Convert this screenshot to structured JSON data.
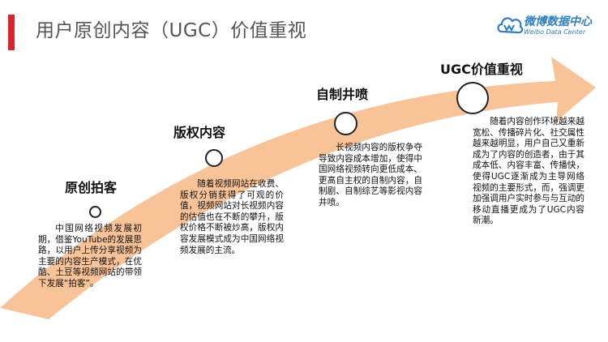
{
  "header": {
    "title": "用户原创内容（UGC）价值重视"
  },
  "logo": {
    "name": "微博数据中心",
    "subtitle": "Weibo Data Center"
  },
  "colors": {
    "accent_red": "#d9252b",
    "arrow_fill": "#f8c397",
    "logo_blue": "#2d7ec4"
  },
  "stages": [
    {
      "title": "原创拍客",
      "description": "中国网络视频发展初期，借鉴YouTube的发展思路，以用户上传分享视频为主要的内容生产模式，在优酷、土豆等视频网站的带领下发展“拍客”。"
    },
    {
      "title": "版权内容",
      "description": "随着视频网站在收费、版权分销获得了可观的价值，视频网站对长视频内容的估值也在不断的攀升，版权价格不断被炒高，版权内容发展模式成为中国网络视频发展的主流。"
    },
    {
      "title": "自制井喷",
      "description": "长视频内容的版权争夺导致内容成本增加，使得中国网络视频转向更低成本、更高自主权的自制内容，自制剧、自制综艺等影视内容井喷。"
    },
    {
      "title": "UGC价值重视",
      "description": "随着内容创作环境越来越宽松、传播碎片化、社交属性越来越明显，用户自己又重新成为了内容的创造者，由于其成本低、内容丰富、传播快，使得UGC逐渐成为主导网络视频的主要形式，而，强调更加强调用户实时参与与互动的移动直播更成为了UGC内容新潮。"
    }
  ]
}
